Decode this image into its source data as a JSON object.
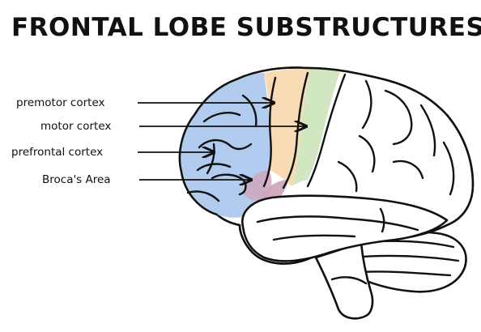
{
  "title": "FRONTAL LOBE SUBSTRUCTURES",
  "labels": {
    "premotor": "premotor cortex",
    "motor": "motor cortex",
    "prefrontal": "prefrontal cortex",
    "broca": "Broca's Area"
  },
  "colors": {
    "prefrontal": "#a9c6ec",
    "premotor": "#f7d7ad",
    "motor": "#cfe6bf",
    "broca": "#cfa6bd",
    "outline": "#111111"
  }
}
